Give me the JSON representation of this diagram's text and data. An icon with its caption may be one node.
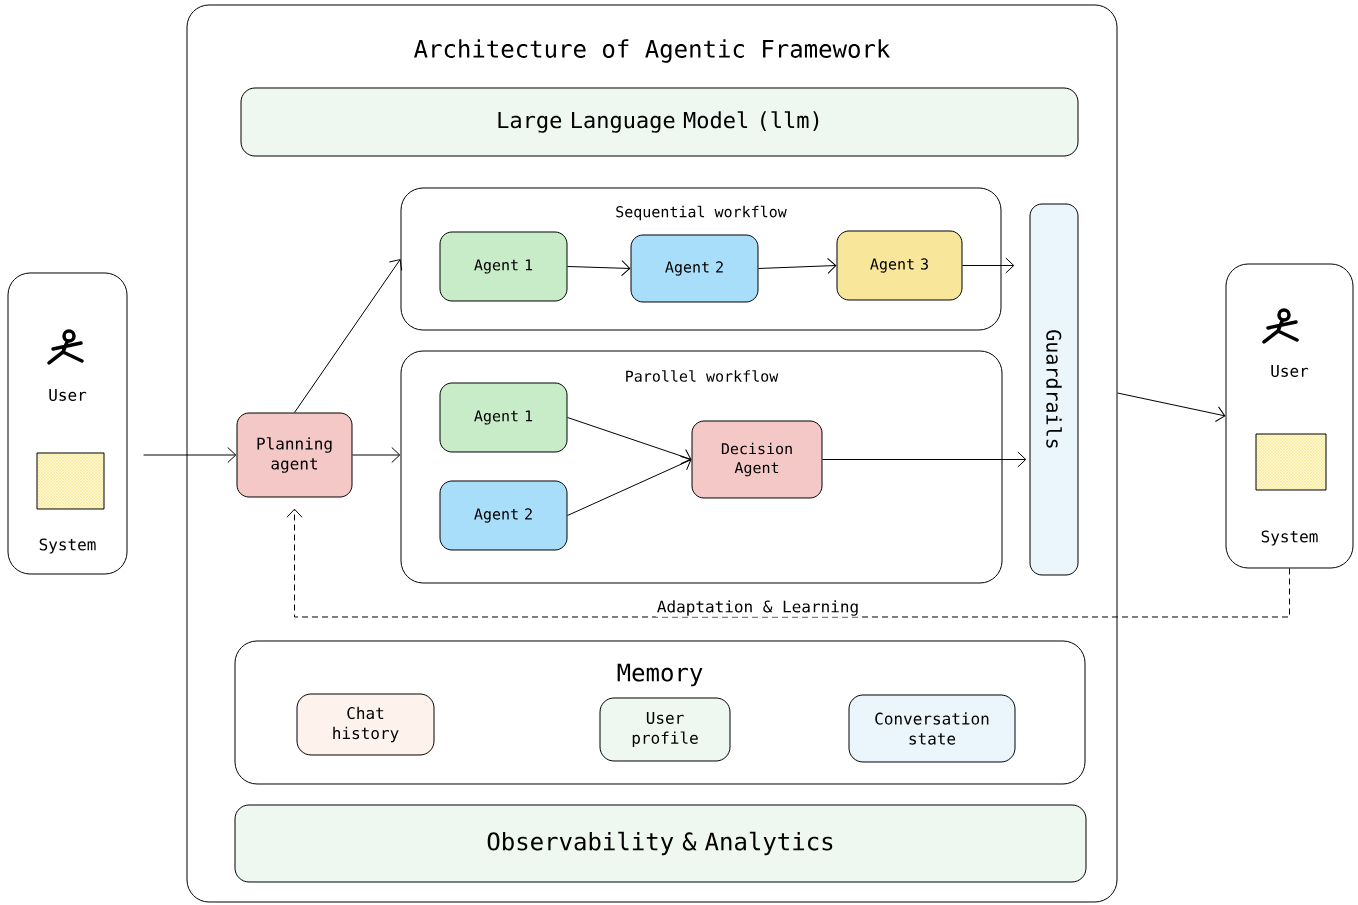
{
  "diagram": {
    "nodes": [
      {
        "text": [
          "User",
          "System"
        ]
      },
      {
        "text": [
          "Architecture of Agentic Framework"
        ]
      },
      {
        "text": [
          "Large Language Model (llm)"
        ],
        "in": 1
      },
      {
        "text": [
          "Sequential workflow"
        ],
        "in": 1
      },
      {
        "text": [
          "Agent 1"
        ],
        "in": 3
      },
      {
        "text": [
          "Agent 2"
        ],
        "in": 3
      },
      {
        "text": [
          "Agent 3"
        ],
        "in": 3
      },
      {
        "text": [
          "Parollel workflow"
        ],
        "in": 1
      },
      {
        "text": [
          "Agent 1"
        ],
        "in": 7
      },
      {
        "text": [
          "Agent 2"
        ],
        "in": 7
      },
      {
        "text": [
          "Decision Agent"
        ],
        "in": 7
      },
      {
        "text": [
          "Planning agent"
        ],
        "in": 1
      },
      {
        "text": [
          "Guardrails"
        ],
        "in": 1
      },
      {
        "text": [
          "Memory"
        ],
        "in": 1
      },
      {
        "text": [
          "Chat history"
        ],
        "in": 13
      },
      {
        "text": [
          "User profile"
        ],
        "in": 13
      },
      {
        "text": [
          "Conversation state"
        ],
        "in": 13
      },
      {
        "text": [
          "Observability & Analytics"
        ],
        "in": 1
      },
      {
        "text": [
          "User",
          "System"
        ]
      }
    ],
    "edges": [
      {
        "from": 0,
        "to": 11,
        "arrow": "to"
      },
      {
        "from": 11,
        "to": 3,
        "arrow": "to"
      },
      {
        "from": 11,
        "to": 7,
        "arrow": "to"
      },
      {
        "from": 4,
        "to": 5,
        "arrow": "to"
      },
      {
        "from": 5,
        "to": 6,
        "arrow": "to"
      },
      {
        "from": 6,
        "to": 12,
        "arrow": "to"
      },
      {
        "from": 8,
        "to": 10,
        "arrow": "to"
      },
      {
        "from": 9,
        "to": 10,
        "arrow": "to"
      },
      {
        "from": 10,
        "to": 12,
        "arrow": "to"
      },
      {
        "from": 1,
        "to": 18,
        "arrow": "to"
      },
      {
        "from": 18,
        "to": 11,
        "arrow": "to",
        "label": "Adaptation & Learning",
        "style": "dashed"
      }
    ]
  }
}
